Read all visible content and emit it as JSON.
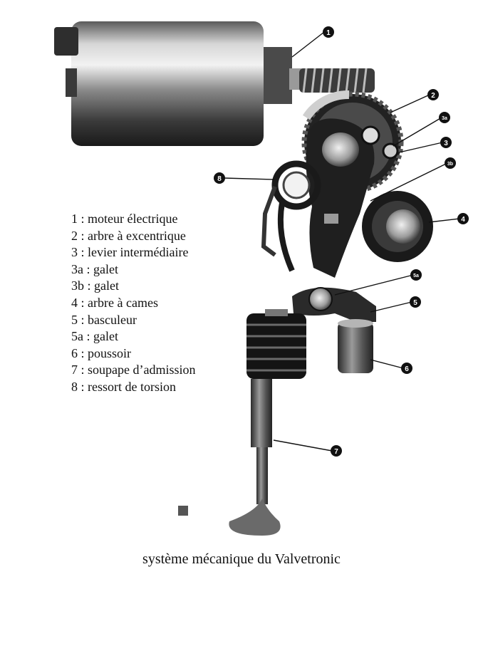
{
  "legend": [
    {
      "num": "1",
      "label": "moteur électrique"
    },
    {
      "num": "2",
      "label": "arbre à excentrique"
    },
    {
      "num": "3",
      "label": "levier intermédiaire"
    },
    {
      "num": "3a",
      "label": "galet"
    },
    {
      "num": "3b",
      "label": "galet"
    },
    {
      "num": "4",
      "label": "arbre à cames"
    },
    {
      "num": "5",
      "label": "basculeur"
    },
    {
      "num": "5a",
      "label": "galet"
    },
    {
      "num": "6",
      "label": "poussoir"
    },
    {
      "num": "7",
      "label": "soupape d’admission"
    },
    {
      "num": "8",
      "label": "ressort de torsion"
    }
  ],
  "callouts": [
    "1",
    "2",
    "3a",
    "3",
    "3b",
    "8",
    "4",
    "5a",
    "5",
    "6",
    "7"
  ],
  "caption": "système mécanique du Valvetronic"
}
